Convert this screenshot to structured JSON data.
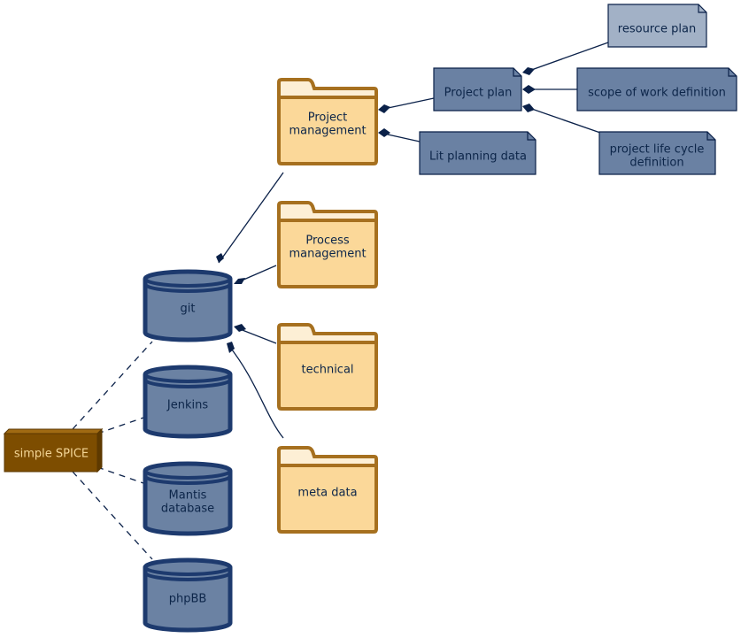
{
  "nodes": {
    "simple_spice": "simple SPICE",
    "git": "git",
    "jenkins": "Jenkins",
    "mantis_1": "Mantis",
    "mantis_2": "database",
    "phpbb": "phpBB",
    "project_management_1": "Project",
    "project_management_2": "management",
    "process_management_1": "Process",
    "process_management_2": "management",
    "technical": "technical",
    "meta_data": "meta data",
    "project_plan": "Project plan",
    "lit_planning_data": "Lit planning data",
    "resource_plan": "resource plan",
    "scope_of_work": "scope of work definition",
    "project_life_cycle_1": "project life cycle",
    "project_life_cycle_2": "definition"
  },
  "colors": {
    "node_box": "#7d4d00",
    "database": "#6b82a3",
    "folder": "#fbd899",
    "note": "#6a81a3",
    "note_highlight": "#a2b1c6",
    "edge": "#0b2149"
  }
}
